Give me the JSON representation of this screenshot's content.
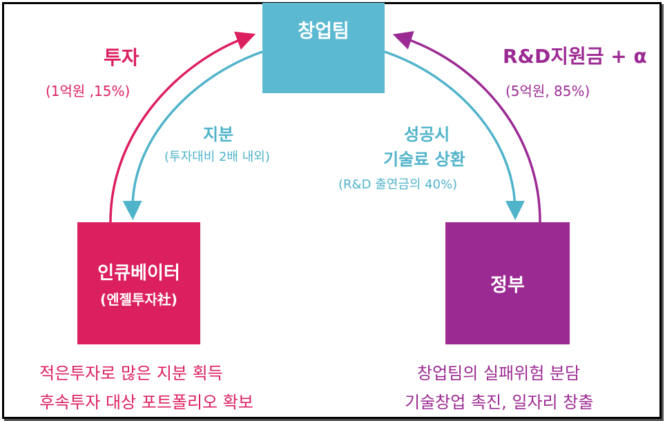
{
  "nodes": {
    "startup": "창업팀",
    "incubator": "인큐베이터",
    "incubator_sub": "(엔젤투자社)",
    "government": "정부"
  },
  "flows": {
    "investment_title": "투자",
    "investment_detail": "(1억원 ,15%)",
    "rnd_title": "R&D지원금 + α",
    "rnd_detail": "(5억원, 85%)",
    "equity_title": "지분",
    "equity_detail": "(투자대비 2배 내외)",
    "success_line1": "성공시",
    "success_line2": "기술료 상환",
    "success_detail": "(R&D 출연금의 40%)"
  },
  "benefits": {
    "incubator_1": "적은투자로 많은 지분 획득",
    "incubator_2": "후속투자 대상 포트폴리오 확보",
    "government_1": "창업팀의 실패위험 분담",
    "government_2": "기술창업 촉진, 일자리 창출"
  },
  "colors": {
    "startup": "#5bbad1",
    "incubator": "#dc1f5e",
    "government": "#9c2a93"
  }
}
